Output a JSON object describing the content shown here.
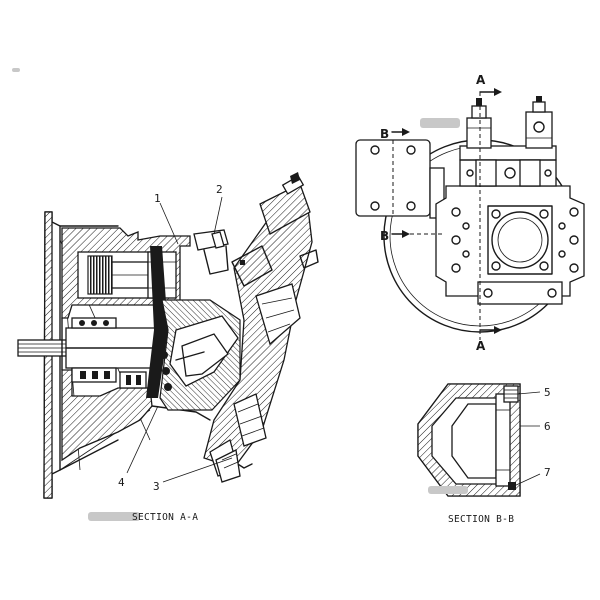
{
  "captions": {
    "left": "SECTION A-A",
    "right": "SECTION B-B"
  },
  "callouts": {
    "c1": "1",
    "c2": "2",
    "c3": "3",
    "c4": "4",
    "c5": "5",
    "c6": "6",
    "c7": "7"
  },
  "section_marks": {
    "a_top": "A",
    "a_bottom": "A",
    "b_top": "B",
    "b_bottom": "B"
  }
}
